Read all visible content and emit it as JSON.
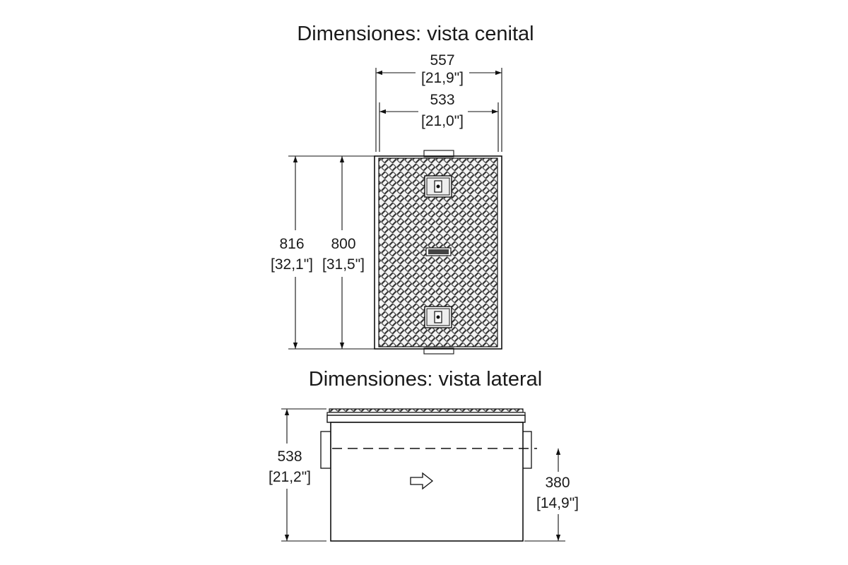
{
  "top_view": {
    "title": "Dimensiones: vista cenital",
    "outer_width": {
      "mm": "557",
      "in": "[21,9\"]"
    },
    "inner_width": {
      "mm": "533",
      "in": "[21,0\"]"
    },
    "outer_length": {
      "mm": "816",
      "in": "[32,1\"]"
    },
    "inner_length": {
      "mm": "800",
      "in": "[31,5\"]"
    }
  },
  "side_view": {
    "title": "Dimensiones: vista lateral",
    "height": {
      "mm": "538",
      "in": "[21,2\"]"
    },
    "outlet_height": {
      "mm": "380",
      "in": "[14,9\"]"
    }
  }
}
